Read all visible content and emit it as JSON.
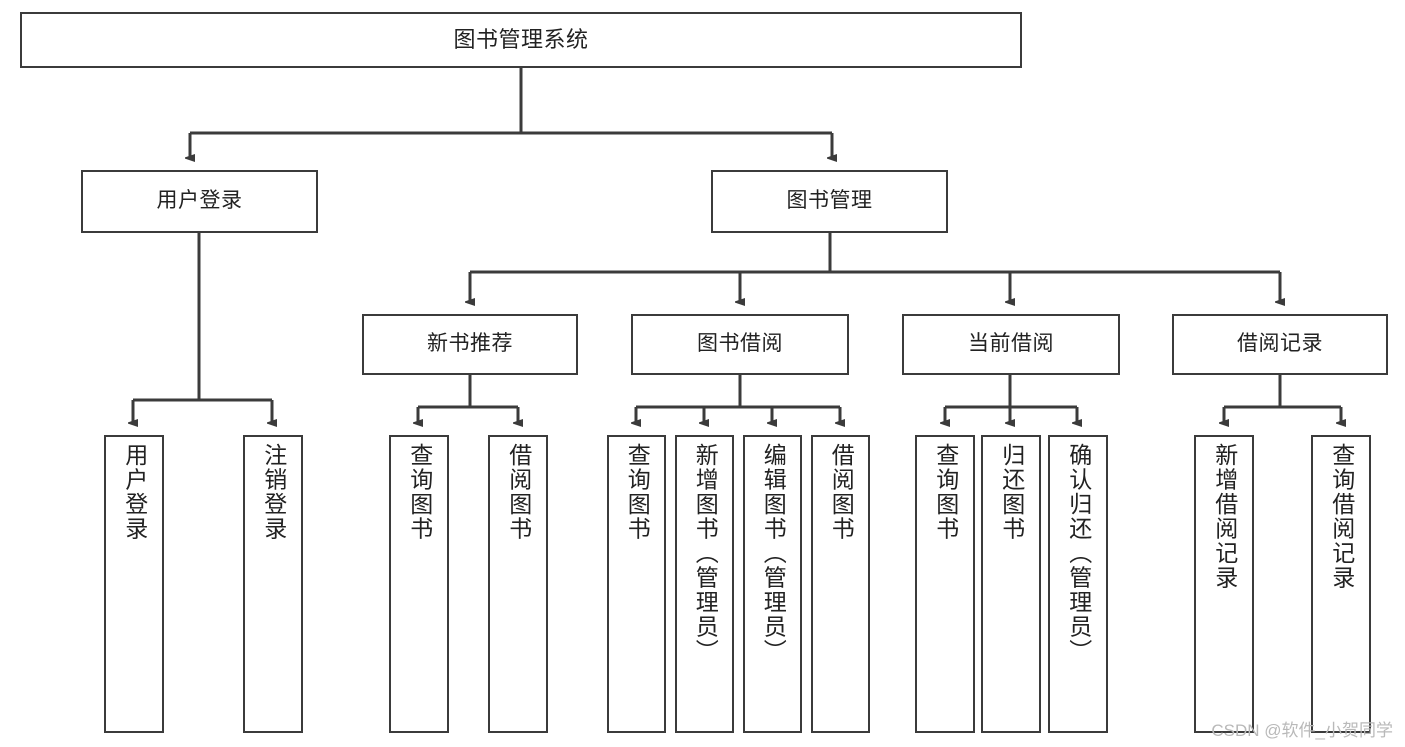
{
  "diagram": {
    "title": "图书管理系统",
    "type": "hierarchy-tree",
    "watermark": "CSDN @软件_小贺同学",
    "colors": {
      "box_border": "#3b3b3b",
      "box_fill": "#ffffff",
      "connector": "#3b3b3b",
      "text": "#222222",
      "watermark": "#b9b9b9",
      "background": "#ffffff"
    },
    "levels": {
      "level0": [
        "图书管理系统"
      ],
      "level1": [
        "用户登录",
        "图书管理"
      ],
      "level2": [
        "新书推荐",
        "图书借阅",
        "当前借阅",
        "借阅记录"
      ],
      "level3": [
        "用户登录",
        "注销登录",
        "查询图书",
        "借阅图书",
        "查询图书",
        "新增图书（管理员）",
        "编辑图书（管理员）",
        "借阅图书",
        "查询图书",
        "归还图书",
        "确认归还（管理员）",
        "新增借阅记录",
        "查询借阅记录"
      ]
    },
    "nodes": {
      "root": {
        "label": "图书管理系统"
      },
      "user_login": {
        "label": "用户登录"
      },
      "book_manage": {
        "label": "图书管理"
      },
      "new_book_rec": {
        "label": "新书推荐"
      },
      "book_borrow": {
        "label": "图书借阅"
      },
      "current_borrow": {
        "label": "当前借阅"
      },
      "borrow_record": {
        "label": "借阅记录"
      },
      "leaf_user_login": {
        "label": "用户登录"
      },
      "leaf_logout": {
        "label": "注销登录"
      },
      "leaf_query_book_1": {
        "label": "查询图书"
      },
      "leaf_borrow_book_1": {
        "label": "借阅图书"
      },
      "leaf_query_book_2": {
        "label": "查询图书"
      },
      "leaf_add_book_admin": {
        "label": "新增图书（管理员）"
      },
      "leaf_edit_book_admin": {
        "label": "编辑图书（管理员）"
      },
      "leaf_borrow_book_2": {
        "label": "借阅图书"
      },
      "leaf_query_book_3": {
        "label": "查询图书"
      },
      "leaf_return_book": {
        "label": "归还图书"
      },
      "leaf_confirm_return_admin": {
        "label": "确认归还（管理员）"
      },
      "leaf_add_record": {
        "label": "新增借阅记录"
      },
      "leaf_query_record": {
        "label": "查询借阅记录"
      }
    },
    "edges": [
      {
        "from": "root",
        "to": "user_login"
      },
      {
        "from": "root",
        "to": "book_manage"
      },
      {
        "from": "user_login",
        "to": "leaf_user_login"
      },
      {
        "from": "user_login",
        "to": "leaf_logout"
      },
      {
        "from": "book_manage",
        "to": "new_book_rec"
      },
      {
        "from": "book_manage",
        "to": "book_borrow"
      },
      {
        "from": "book_manage",
        "to": "current_borrow"
      },
      {
        "from": "book_manage",
        "to": "borrow_record"
      },
      {
        "from": "new_book_rec",
        "to": "leaf_query_book_1"
      },
      {
        "from": "new_book_rec",
        "to": "leaf_borrow_book_1"
      },
      {
        "from": "book_borrow",
        "to": "leaf_query_book_2"
      },
      {
        "from": "book_borrow",
        "to": "leaf_add_book_admin"
      },
      {
        "from": "book_borrow",
        "to": "leaf_edit_book_admin"
      },
      {
        "from": "book_borrow",
        "to": "leaf_borrow_book_2"
      },
      {
        "from": "current_borrow",
        "to": "leaf_query_book_3"
      },
      {
        "from": "current_borrow",
        "to": "leaf_return_book"
      },
      {
        "from": "current_borrow",
        "to": "leaf_confirm_return_admin"
      },
      {
        "from": "borrow_record",
        "to": "leaf_add_record"
      },
      {
        "from": "borrow_record",
        "to": "leaf_query_record"
      }
    ]
  }
}
